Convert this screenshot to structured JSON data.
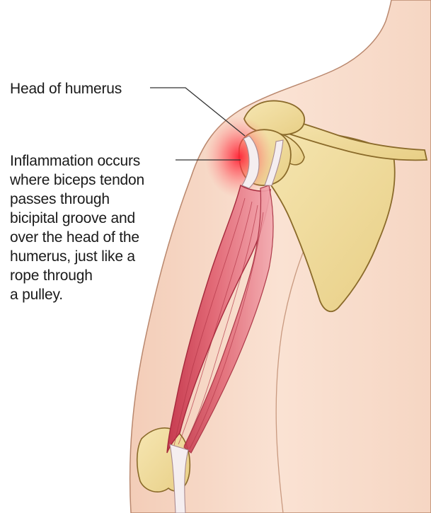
{
  "labels": {
    "head_of_humerus": "Head of humerus",
    "inflammation_lines": [
      "Inflammation occurs",
      "where biceps tendon",
      "passes through",
      "bicipital groove and",
      "over the head of the",
      "humerus, just like a",
      "rope through",
      "a pulley."
    ]
  },
  "colors": {
    "skin": "#f8dccb",
    "skin_shadow": "#eec4ad",
    "bone": "#f1dc9c",
    "bone_outline": "#8a6a2a",
    "muscle": "#d95a68",
    "muscle_light": "#f2a6ad",
    "tendon": "#f4eef0",
    "inflammation": "#ff2a3a",
    "leader_line": "#333333"
  }
}
